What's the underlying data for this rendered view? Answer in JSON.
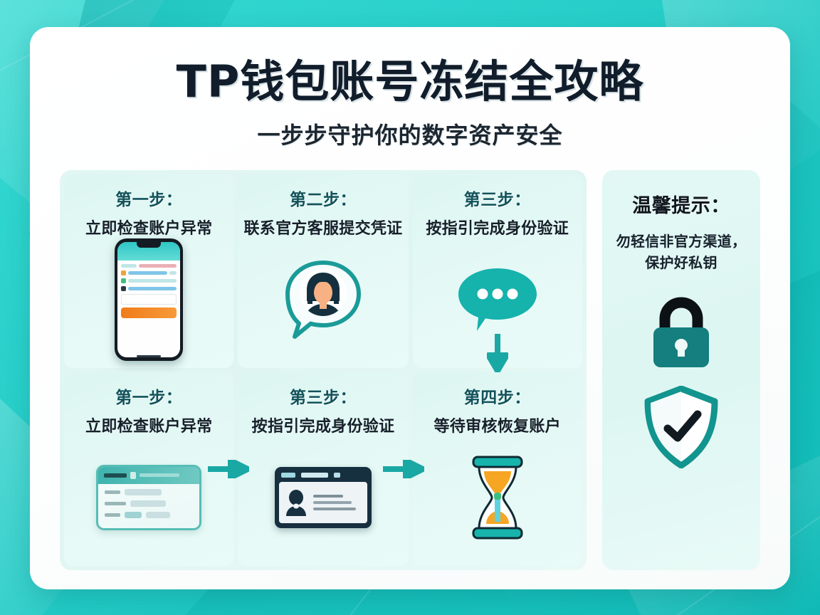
{
  "poster": {
    "title": "TP钱包账号冻结全攻略",
    "subtitle": "一步步守护你的数字资产安全"
  },
  "theme": {
    "background": "#2ad1cc",
    "card": "#ffffff",
    "panel": "#e2f7f3",
    "accent": "#12a9a2",
    "step_title_color": "#12525a",
    "text_color": "#16202a",
    "orange": "#f0861f",
    "navy": "#17303f"
  },
  "steps": [
    {
      "title": "第一步：",
      "desc": "立即检查账户异常",
      "icon": "phone-wallet-icon",
      "connector": "none"
    },
    {
      "title": "第二步：",
      "desc": "联系官方客服提交凭证",
      "icon": "customer-service-avatar-icon",
      "connector": "none"
    },
    {
      "title": "第三步：",
      "desc": "按指引完成身份验证",
      "icon": "chat-bubble-dots-icon",
      "connector": "arrow-down"
    },
    {
      "title": "第一步：",
      "desc": "立即检查账户异常",
      "icon": "form-card-icon",
      "connector": "arrow-right"
    },
    {
      "title": "第三步：",
      "desc": "按指引完成身份验证",
      "icon": "id-card-icon",
      "connector": "arrow-right"
    },
    {
      "title": "第四步：",
      "desc": "等待审核恢复账户",
      "icon": "hourglass-icon",
      "connector": "none"
    }
  ],
  "tip": {
    "title": "温馨提示：",
    "text": "勿轻信非官方渠道，保护好私钥",
    "icons": [
      "padlock-icon",
      "shield-check-icon"
    ]
  }
}
